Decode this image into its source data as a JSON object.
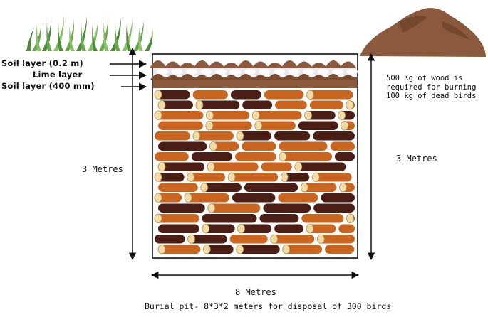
{
  "layer_labels": [
    "Soil layer (0.2 m)",
    "Lime layer",
    "Soil layer (400 mm)"
  ],
  "height_label_left": "3 Metres",
  "height_label_right": "3 Metres",
  "width_label": "8 Metres",
  "wood_note": [
    "500 Kg of wood is",
    "required for burning",
    "100 kg of dead birds"
  ],
  "caption": "Burial pit- 8*3*2 meters for disposal of 300 birds",
  "colors": {
    "soil": "#8b5a3c",
    "lime": "#e8e8ee",
    "log_dark": "#4a1e14",
    "log_orange": "#c9651f",
    "log_end": "#f0dca6",
    "grass": "#6aa84f",
    "outline": "#111111"
  },
  "icons": [
    "grass-icon",
    "soil-heap-icon",
    "wood-log-icon"
  ]
}
